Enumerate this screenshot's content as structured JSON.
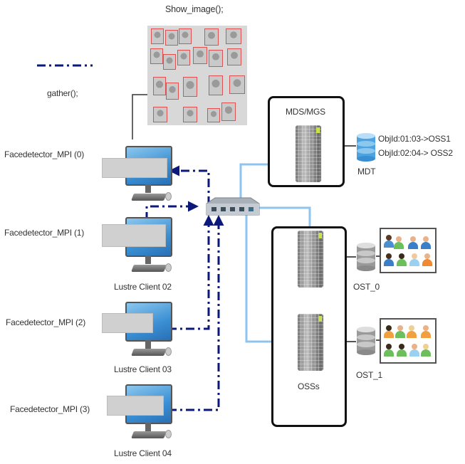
{
  "diagram": {
    "title_show_image": "Show_image();",
    "legend": {
      "line_style": "dash-dot",
      "line_color": "#0b1a7a",
      "label": "gather();"
    },
    "clients": [
      {
        "process_label": "Facedetector_MPI (0)",
        "client_label": ""
      },
      {
        "process_label": "Facedetector_MPI (1)",
        "client_label": "Lustre Client 02"
      },
      {
        "process_label": "Facedetector_MPI (2)",
        "client_label": "Lustre Client 03"
      },
      {
        "process_label": "Facedetector_MPI (3)",
        "client_label": "Lustre Client 04"
      }
    ],
    "switch": {
      "icon": "network-switch-icon",
      "ports": 5
    },
    "mds": {
      "label": "MDS/MGS",
      "mdt_label": "MDT",
      "mdt_entries": [
        "ObjId:01:03->OSS1",
        "ObjId:02:04-> OSS2"
      ]
    },
    "oss": {
      "label": "OSSs",
      "targets": [
        {
          "label": "OST_0"
        },
        {
          "label": "OST_1"
        }
      ]
    },
    "colors": {
      "gather_line": "#0b1a7a",
      "network_link": "#8ec5f0",
      "box_border": "#111111",
      "face_box": "#e05050"
    }
  }
}
